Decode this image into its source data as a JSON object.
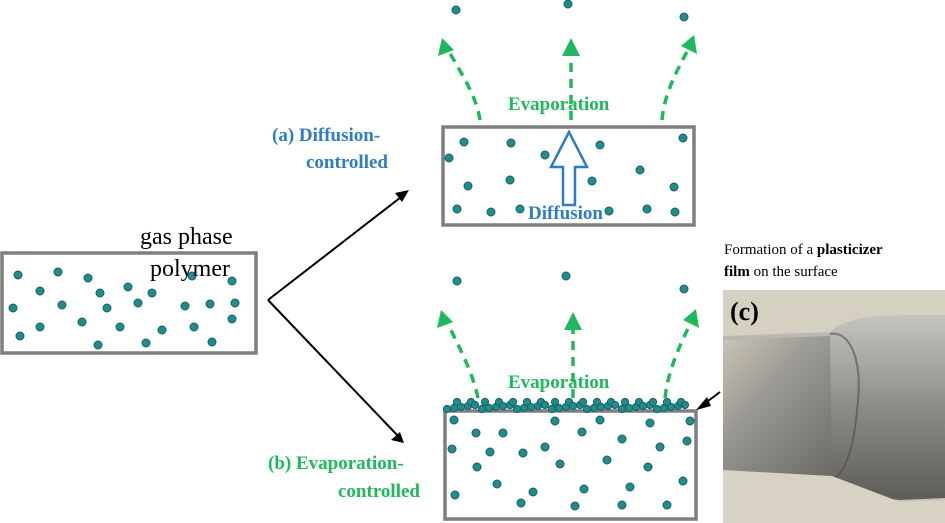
{
  "labels": {
    "gas_line": "gas phase",
    "polymer_line": "polymer",
    "a_line1": "(a) Diffusion-",
    "a_line2": "controlled",
    "b_line1": "(b) Evaporation-",
    "b_line2": "controlled",
    "evaporation_top": "Evaporation",
    "evaporation_bottom": "Evaporation",
    "diffusion": "Diffusion",
    "caption_prefix": "Formation of a ",
    "caption_bold": "plasticizer",
    "caption_bold2": "film",
    "caption_suffix": " on the surface",
    "photo_label": "(c)"
  },
  "colors": {
    "blue_label": "#2e7cc2",
    "green": "#1fb85c",
    "particle": "#1f8e86",
    "box_border": "#7f7f7f"
  }
}
